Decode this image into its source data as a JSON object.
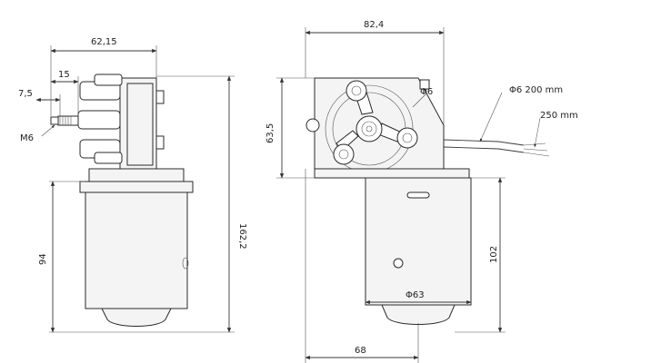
{
  "dimensions": {
    "side_width_total": "62,15",
    "side_flange": "15",
    "side_stub": "7,5",
    "side_thread": "M6",
    "side_motor_height": "94",
    "side_total_height": "162,2",
    "front_width": "82,4",
    "front_gearbox_height": "63,5",
    "front_shaft_dia": "Φ6",
    "front_cable_1": "Φ6 200 mm",
    "front_cable_2": "250 mm",
    "front_motor_dia": "Φ63",
    "front_motor_height": "102",
    "front_offset": "68"
  },
  "colors": {
    "line": "#3a3a3a",
    "fill": "#f4f4f4"
  }
}
